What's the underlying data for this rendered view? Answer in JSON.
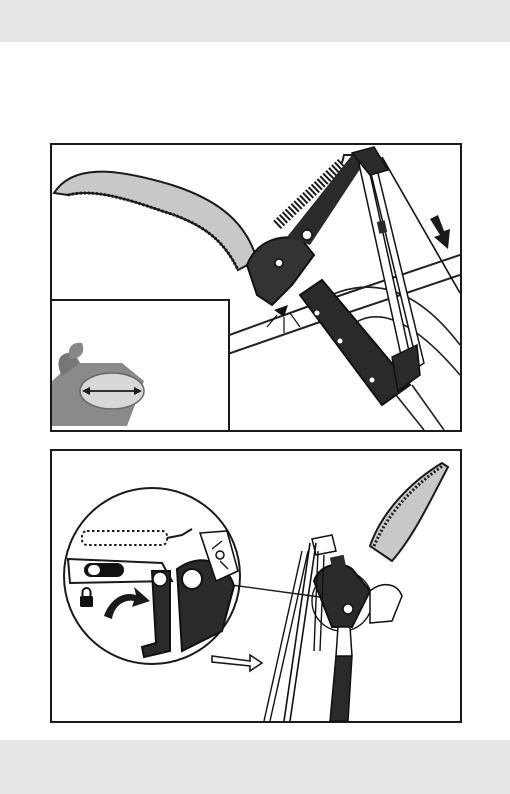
{
  "page": {
    "header_color": "#e6e6e6",
    "footer_color": "#e6e6e6"
  },
  "figures": [
    {
      "id": "figure-1",
      "depicts": "pruner-cutting-branch",
      "inset_depicts": "branch-diameter-measurement",
      "icons": [
        "saw-blade-icon",
        "spring-icon",
        "pull-arrow-icon",
        "diameter-arrow-icon",
        "branch-icon"
      ]
    },
    {
      "id": "figure-2",
      "depicts": "lock-release",
      "icons": [
        "saw-blade-icon",
        "spring-icon",
        "lock-icon",
        "rotate-arrow-icon",
        "slide-arrow-icon"
      ]
    }
  ]
}
